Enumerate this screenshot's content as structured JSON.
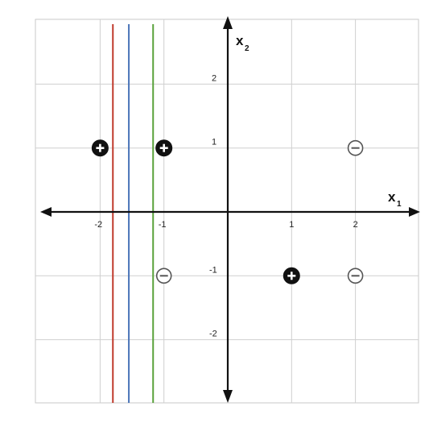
{
  "axes": {
    "x_label": "x",
    "x_label_sub": "1",
    "y_label": "x",
    "y_label_sub": "2",
    "xlim": [
      -3,
      3
    ],
    "ylim": [
      -3,
      3
    ],
    "x_ticks": [
      {
        "value": -2,
        "label": "-2"
      },
      {
        "value": -1,
        "label": "-1"
      },
      {
        "value": 1,
        "label": "1"
      },
      {
        "value": 2,
        "label": "2"
      }
    ],
    "y_ticks": [
      {
        "value": 2,
        "label": "2"
      },
      {
        "value": 1,
        "label": "1"
      },
      {
        "value": -1,
        "label": "-1"
      },
      {
        "value": -2,
        "label": "-2"
      }
    ],
    "grid": true
  },
  "points": [
    {
      "x": -2,
      "y": 1,
      "class": "positive",
      "symbol": "plus"
    },
    {
      "x": -1,
      "y": 1,
      "class": "positive",
      "symbol": "plus"
    },
    {
      "x": 1,
      "y": -1,
      "class": "positive",
      "symbol": "plus"
    },
    {
      "x": 2,
      "y": 1,
      "class": "negative",
      "symbol": "minus"
    },
    {
      "x": -1,
      "y": -1,
      "class": "negative",
      "symbol": "minus"
    },
    {
      "x": 2,
      "y": -1,
      "class": "negative",
      "symbol": "minus"
    }
  ],
  "boundaries": [
    {
      "x": -1.8,
      "color": "#c0392b"
    },
    {
      "x": -1.55,
      "color": "#4a74b8"
    },
    {
      "x": -1.17,
      "color": "#5aa23c"
    }
  ]
}
